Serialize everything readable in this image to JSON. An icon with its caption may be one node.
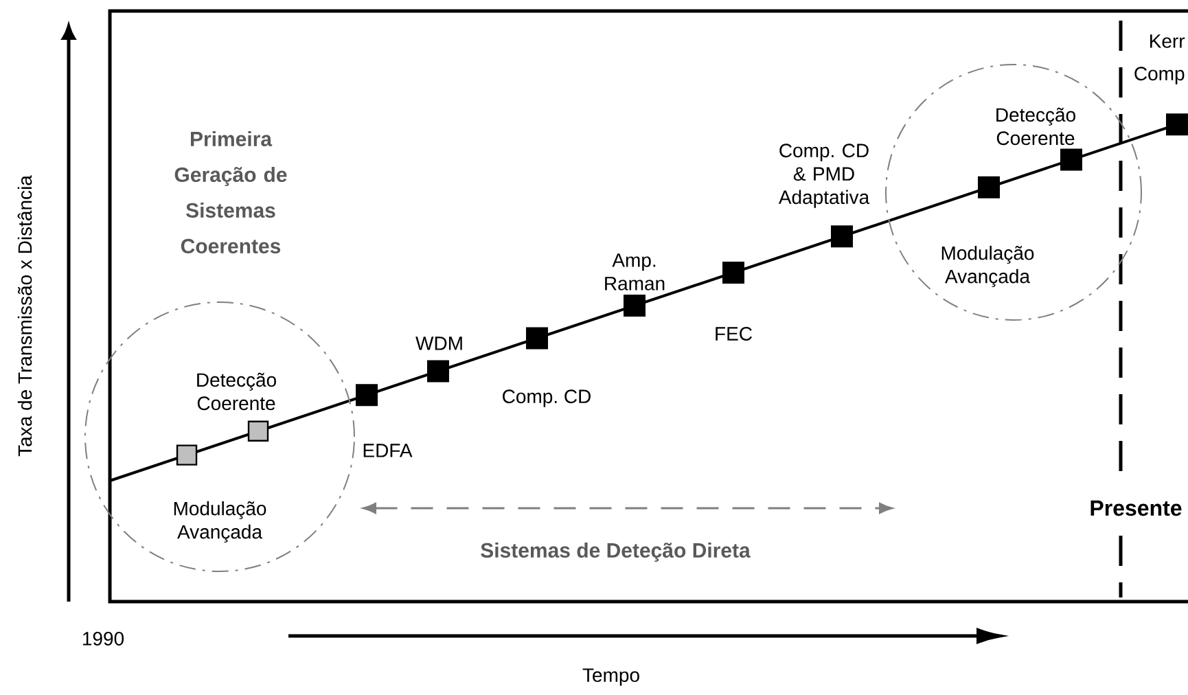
{
  "diagram": {
    "nodes": [
      {
        "text": [
          "Detecção Coerente",
          "Modulação Avançada"
        ]
      },
      {
        "text": [
          "Detecção Coerente",
          "Modulação Avançada"
        ]
      }
    ],
    "labels": [
      "Taxa de Transmissão x Distância",
      "Primeira Geração de Sistemas Coerentes",
      "Kerr",
      "Comp",
      "Comp. CD & PMD Adaptativa",
      "Amp. Raman",
      "WDM",
      "FEC",
      "Comp. CD",
      "EDFA",
      "Presente",
      "Sistemas de Deteção Direta",
      "1990",
      "Tempo"
    ]
  }
}
